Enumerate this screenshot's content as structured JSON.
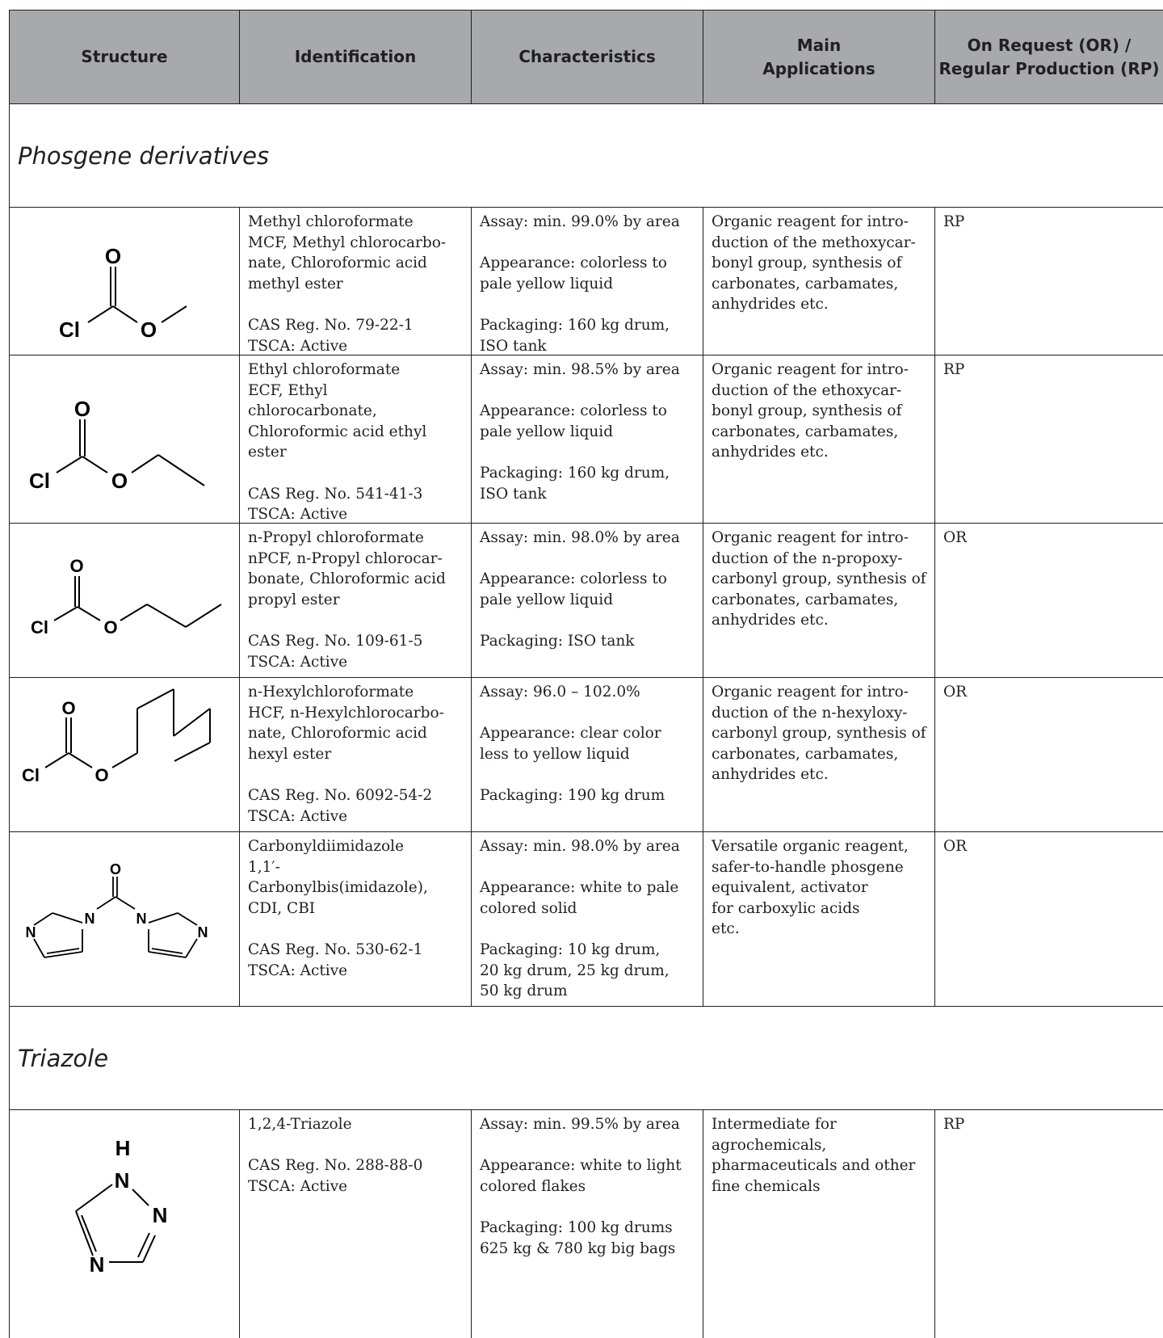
{
  "header": {
    "structure": "Structure",
    "identification": "Identification",
    "characteristics": "Characteristics",
    "applications": "Main\nApplications",
    "production": "On Request (OR) /\nRegular Production (RP)"
  },
  "sections": [
    {
      "title": "Phosgene derivatives",
      "rows": [
        {
          "atoms": {
            "o1": "O",
            "cl": "Cl",
            "o2": "O"
          },
          "id_name": "Methyl chloroformate\nMCF, Methyl chlorocarbo-\nnate, Chloroformic acid\nmethyl ester",
          "id_cas": "CAS Reg. No. 79-22-1\nTSCA: Active",
          "assay": "Assay: min. 99.0% by area",
          "appearance": "Appearance: colorless to\npale yellow liquid",
          "packaging": "Packaging: 160 kg drum,\nISO tank",
          "applications": "Organic reagent for intro-\nduction of the methoxycar-\nbonyl group, synthesis of\ncarbonates, carbamates,\nanhydrides etc.",
          "production": "RP"
        },
        {
          "atoms": {
            "o1": "O",
            "cl": "Cl",
            "o2": "O"
          },
          "id_name": "Ethyl chloroformate\nECF, Ethyl\nchlorocarbonate,\nChloroformic acid ethyl\nester",
          "id_cas": "CAS Reg. No. 541-41-3\nTSCA: Active",
          "assay": "Assay: min. 98.5% by area",
          "appearance": "Appearance: colorless to\npale yellow liquid",
          "packaging": "Packaging: 160 kg drum,\nISO tank",
          "applications": "Organic reagent for intro-\nduction of the ethoxycar-\nbonyl group, synthesis of\ncarbonates, carbamates,\nanhydrides etc.",
          "production": "RP"
        },
        {
          "atoms": {
            "o1": "O",
            "cl": "Cl",
            "o2": "O"
          },
          "id_name": "n-Propyl chloroformate\nnPCF, n-Propyl chlorocar-\nbonate, Chloroformic acid\npropyl ester",
          "id_cas": "CAS Reg. No. 109-61-5\nTSCA: Active",
          "assay": "Assay: min. 98.0% by area",
          "appearance": "Appearance: colorless to\npale yellow liquid",
          "packaging": "Packaging: ISO tank",
          "applications": "Organic reagent for intro-\nduction of the n-propoxy-\ncarbonyl group, synthesis of\ncarbonates, carbamates,\nanhydrides etc.",
          "production": "OR"
        },
        {
          "atoms": {
            "o1": "O",
            "cl": "Cl",
            "o2": "O"
          },
          "id_name": "n-Hexylchloroformate\nHCF, n-Hexylchlorocarbo-\nnate, Chloroformic acid\nhexyl ester",
          "id_cas": "CAS Reg. No. 6092-54-2\nTSCA: Active",
          "assay": "Assay: 96.0 – 102.0%",
          "appearance": "Appearance: clear color\nless to yellow liquid",
          "packaging": "Packaging: 190 kg drum",
          "applications": "Organic reagent for intro-\nduction of the n-hexyloxy-\ncarbonyl group, synthesis of\ncarbonates, carbamates,\nanhydrides etc.",
          "production": "OR"
        },
        {
          "atoms": {
            "o": "O",
            "n1": "N",
            "n2": "N",
            "n3": "N",
            "n4": "N"
          },
          "id_name": "Carbonyldiimidazole\n1,1′-\nCarbonylbis(imidazole),\nCDI, CBI",
          "id_cas": "CAS Reg. No. 530-62-1\nTSCA: Active",
          "assay": "Assay: min. 98.0% by area",
          "appearance": "Appearance: white to pale\ncolored solid",
          "packaging": "Packaging: 10 kg drum,\n20 kg drum, 25 kg drum,\n50 kg drum",
          "applications": "Versatile organic reagent,\nsafer-to-handle phosgene\nequivalent, activator\nfor carboxylic acids\netc.",
          "production": "OR"
        }
      ]
    },
    {
      "title": "Triazole",
      "rows": [
        {
          "atoms": {
            "h": "H",
            "n1": "N",
            "n2": "N",
            "n3": "N"
          },
          "id_name": "1,2,4-Triazole",
          "id_cas": "CAS Reg. No. 288-88-0\nTSCA: Active",
          "assay": "Assay: min. 99.5% by area",
          "appearance": "Appearance: white to light\ncolored flakes",
          "packaging": "Packaging: 100 kg drums\n625 kg & 780 kg big bags",
          "applications": "Intermediate for\nagrochemicals,\npharmaceuticals and other\nfine chemicals",
          "production": "RP"
        }
      ]
    }
  ]
}
